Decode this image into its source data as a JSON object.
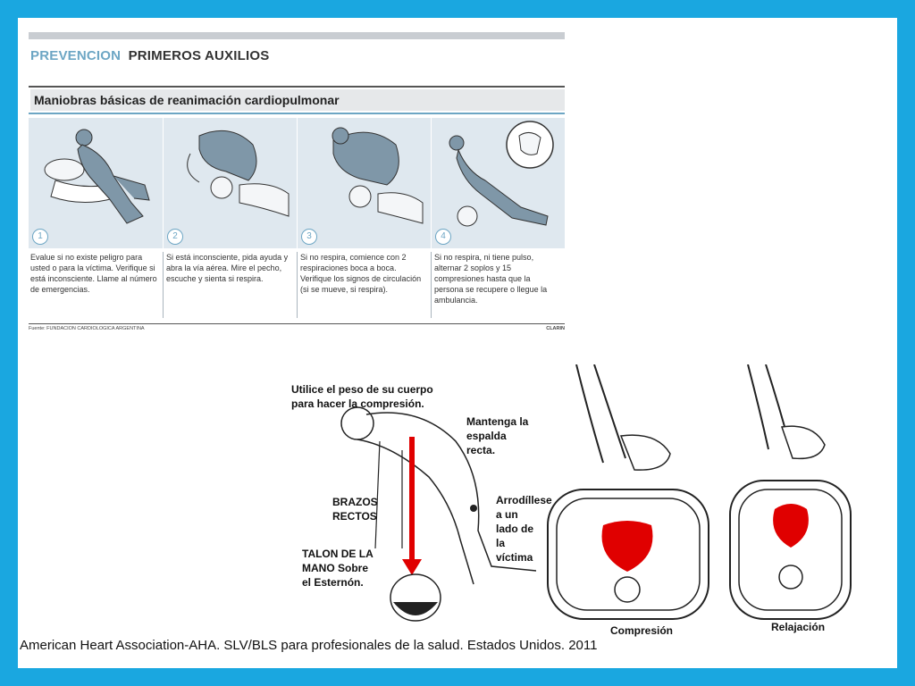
{
  "header": {
    "kicker": "PREVENCION",
    "title": "PRIMEROS AUXILIOS",
    "subtitle": "Maniobras básicas de reanimación cardiopulmonar"
  },
  "steps": [
    {
      "number": "1",
      "text": "Evalue si no existe peligro para usted o para la víctima. Verifique si está inconsciente. Llame al número de emergencias."
    },
    {
      "number": "2",
      "text": "Si está inconsciente, pida ayuda y abra la vía aérea. Mire el pecho, escuche y sienta si respira."
    },
    {
      "number": "3",
      "text": "Si no respira, comience con 2 respiraciones boca a boca. Verifique los signos de circulación (si se mueve, si respira)."
    },
    {
      "number": "4",
      "text": "Si no respira, ni tiene pulso, alternar 2 soplos y 15 compresiones hasta que la persona se recupere o llegue la ambulancia."
    }
  ],
  "source": "Fuente: FUNDACION CARDIOLOGICA ARGENTINA",
  "credit": "CLARIN",
  "cpr_notes": {
    "weight": "Utilice el peso de su cuerpo para hacer la compresión.",
    "back": "Mantenga la espalda recta.",
    "arms": "BRAZOS RECTOS",
    "kneel": "Arrodíllese a un lado de la víctima",
    "heel": "TALON DE LA MANO Sobre el Esternón."
  },
  "hearts": {
    "compression": "Compresión",
    "relaxation": "Relajación"
  },
  "citation": "American Heart Association-AHA. SLV/BLS para profesionales de la salud. Estados Unidos. 2011",
  "colors": {
    "frame": "#1aa7e0",
    "accent": "#6da6c4",
    "heart": "#e00000"
  }
}
